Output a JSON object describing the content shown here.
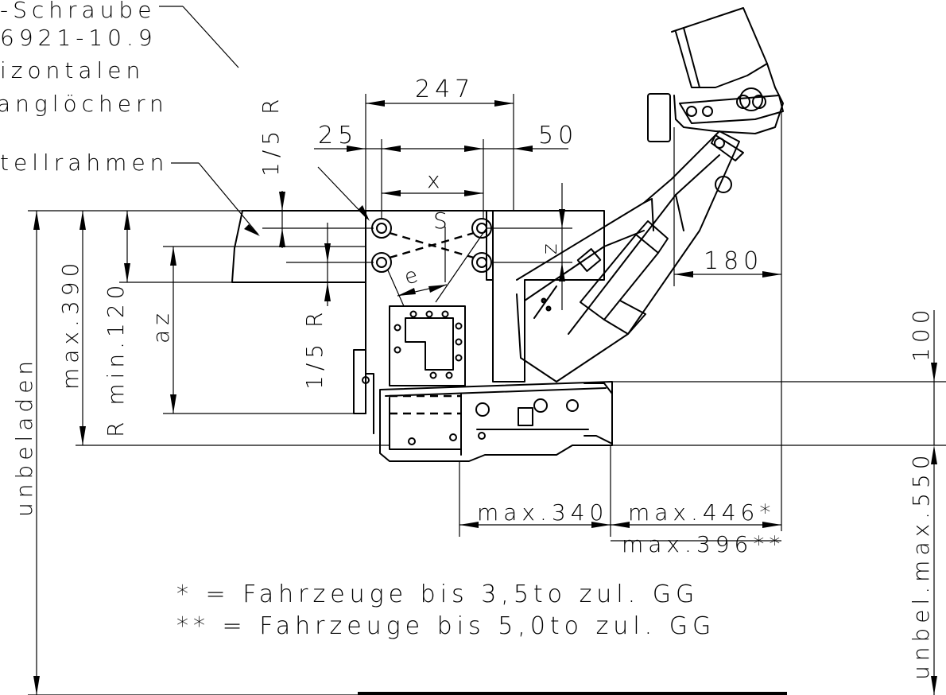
{
  "notes": {
    "left_1": "-Schraube",
    "left_2": "6921-10.9",
    "left_3": "izontalen",
    "left_4": "anglöchern",
    "left_5": "tellrahmen"
  },
  "dimensions": {
    "d247": "247",
    "d25": "25",
    "d50": "50",
    "x": "x",
    "s": "S",
    "e": "e",
    "z": "z",
    "d180": "180",
    "d15r_top": "1/5 R",
    "d15r_bottom": "1/5 R",
    "max390": "max.390",
    "rmin120": "R min.120",
    "az": "az",
    "unbeladen": "unbeladen",
    "d100": "100",
    "unbel_max550": "unbel.max.550",
    "max340": "max.340",
    "max446": "max.446*",
    "max396": "max.396**"
  },
  "legend": {
    "line_1": "* = Fahrzeuge bis 3,5to zul. GG",
    "line_2": "** = Fahrzeuge bis 5,0to zul. GG"
  }
}
